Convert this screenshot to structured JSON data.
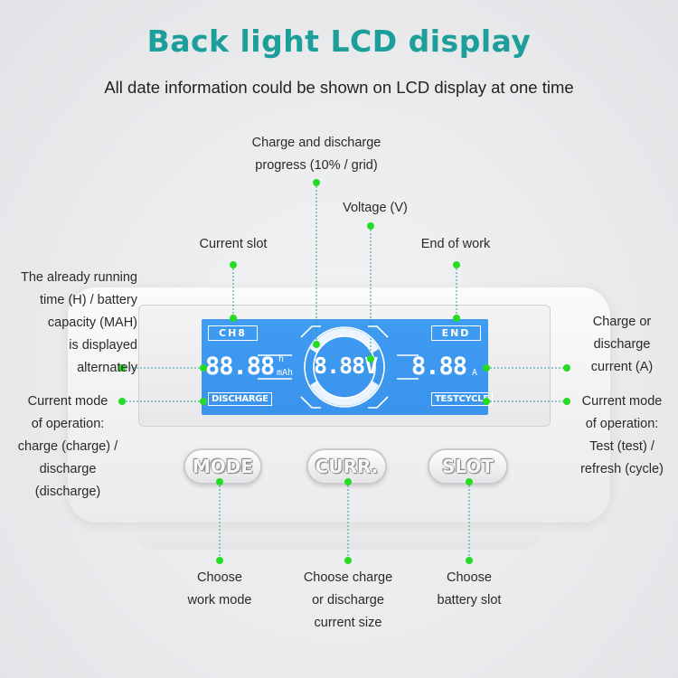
{
  "header": {
    "title": "Back light LCD display",
    "subtitle": "All date information could be shown on LCD display at one time"
  },
  "lcd": {
    "slot": "CH8",
    "end": "END",
    "time_capacity_value": "88.88",
    "unit_h": "h",
    "unit_mah": "mAh",
    "voltage_value": "8.88V",
    "current_value": "8.88",
    "unit_a": "A",
    "mode_discharge": "DISCHARGE",
    "mode_testcycle": "TESTCYCLE"
  },
  "buttons": {
    "mode": "MODE",
    "curr": "CURR.",
    "slot": "SLOT"
  },
  "annotations": {
    "progress": [
      "Charge and discharge",
      "progress (10% / grid)"
    ],
    "voltage": [
      "Voltage (V)"
    ],
    "current_slot": [
      "Current slot"
    ],
    "end_of_work": [
      "End of work"
    ],
    "running_time": [
      "The already running",
      "time (H) / battery",
      "capacity (MAH)",
      "is displayed",
      "alternately"
    ],
    "current_mode_left": [
      "Current mode",
      "of operation:",
      "charge (charge) /",
      "discharge",
      "(discharge)"
    ],
    "charge_current": [
      "Charge or",
      "discharge",
      "current (A)"
    ],
    "current_mode_right": [
      "Current mode",
      "of operation:",
      "Test (test) /",
      "refresh (cycle)"
    ],
    "choose_work_mode": [
      "Choose",
      "work mode"
    ],
    "choose_current": [
      "Choose charge",
      "or discharge",
      "current size"
    ],
    "choose_slot": [
      "Choose",
      "battery slot"
    ]
  },
  "colors": {
    "title": "#1c9e9a",
    "lcd": "#3f9cf2",
    "marker": "#22dd22",
    "leader": "#2a9d98"
  }
}
